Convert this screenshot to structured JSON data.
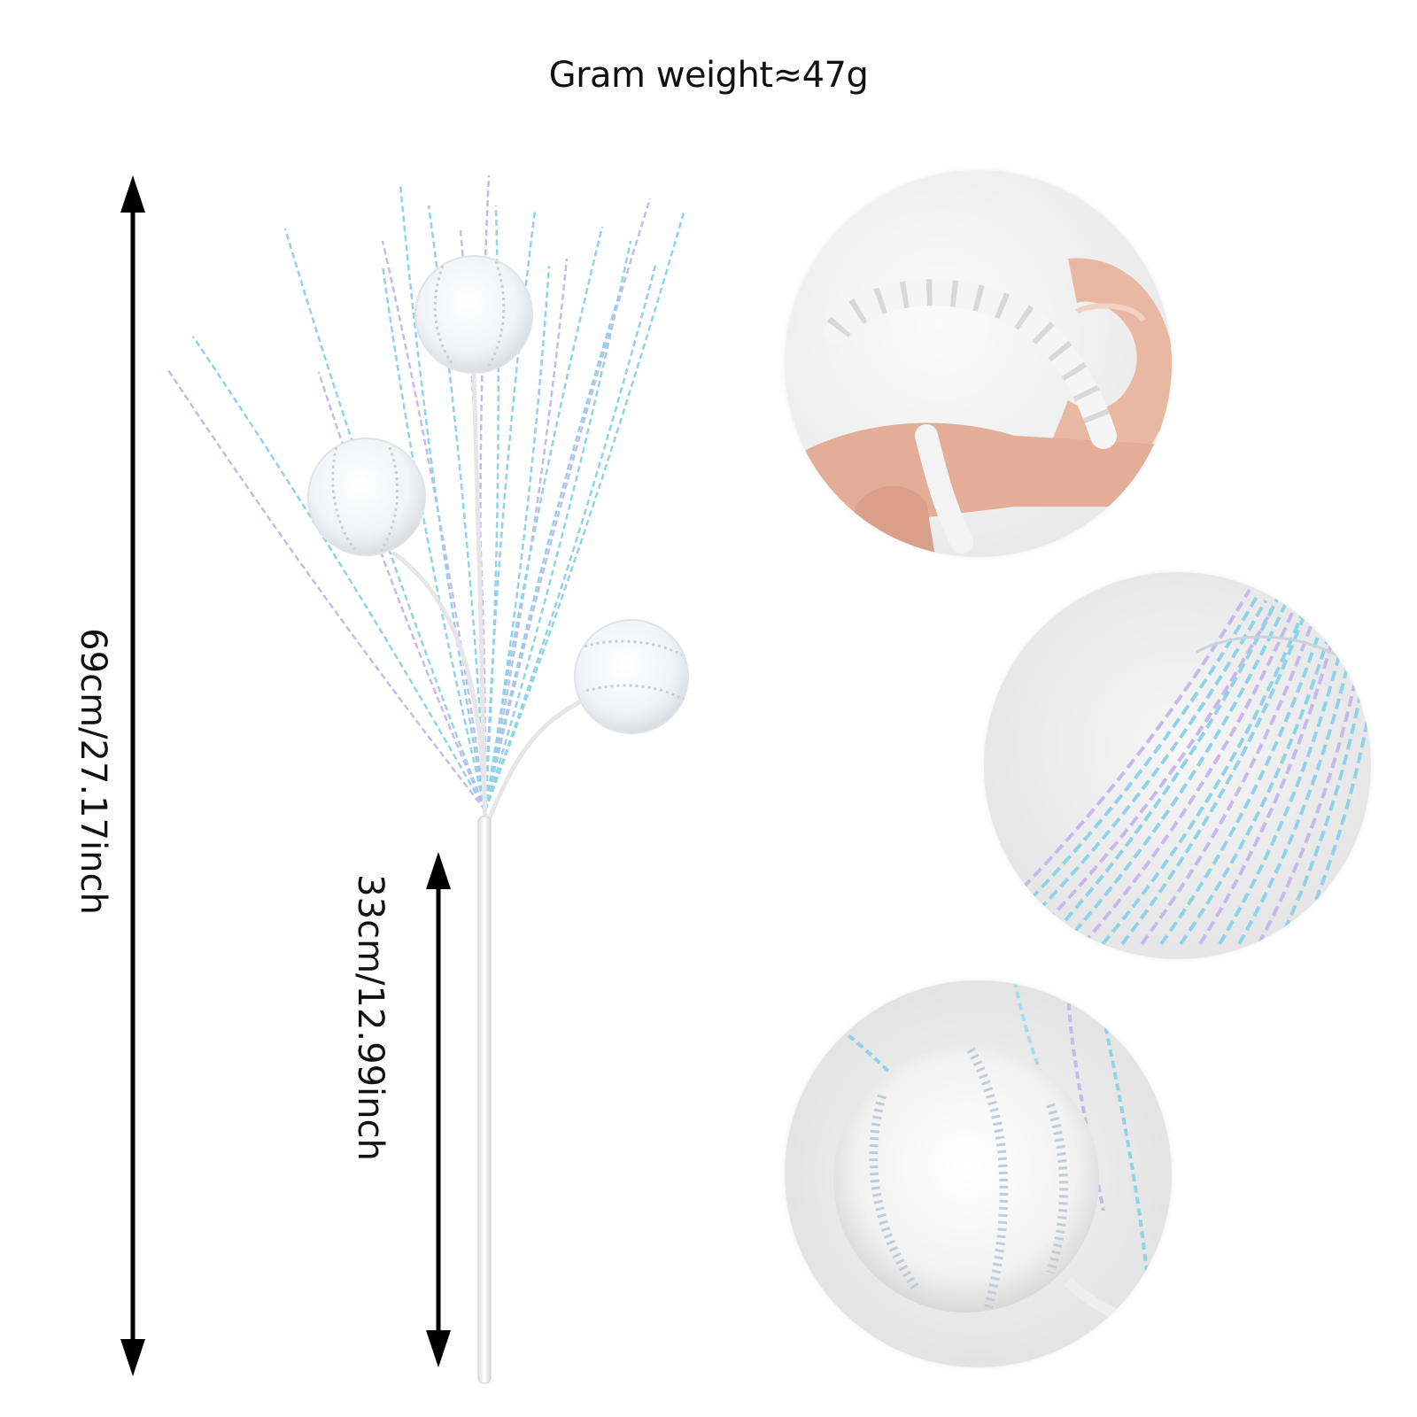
{
  "header": {
    "weight_label": "Gram weight≈47g"
  },
  "dimensions": {
    "total_length": "69cm/27.17inch",
    "stem_length": "33cm/12.99inch"
  },
  "colors": {
    "background": "#ffffff",
    "arrow": "#000000",
    "ball": "#fafafa",
    "stem": "#f2f2f2",
    "strand_blue": "#8fd3ea",
    "strand_violet": "#c7b8ee"
  },
  "details": [
    {
      "name": "wrapped-stem-closeup"
    },
    {
      "name": "iridescent-strands-closeup"
    },
    {
      "name": "snowball-closeup"
    }
  ]
}
